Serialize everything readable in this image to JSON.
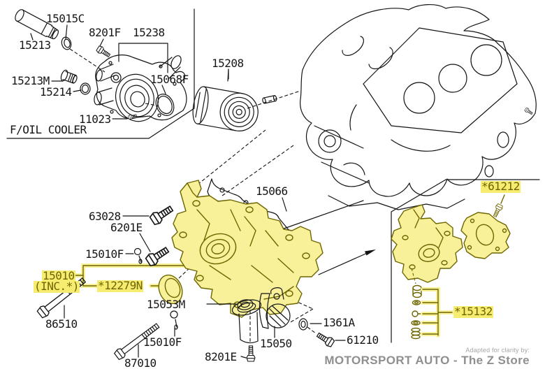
{
  "colors": {
    "highlight_fill": "#F9F199",
    "highlight_stroke": "#6E6600",
    "label_highlight_bg": "#F6EC6F",
    "label_highlight_text": "#6E6400",
    "line_color": "#141414",
    "brand_text_color": "#8F8F8F"
  },
  "section": {
    "oil_cooler_label": "F/OIL COOLER"
  },
  "parts": {
    "p15015c": "15015C",
    "p15213": "15213",
    "p8201f": "8201F",
    "p15238": "15238",
    "p15213m": "15213M",
    "p15214": "15214",
    "p15068f": "15068F",
    "p11023": "11023",
    "p15208": "15208",
    "p15066": "15066",
    "p63028": "63028",
    "p6201e": "6201E",
    "p15010f_upper": "15010F",
    "p15010": "15010",
    "p15010_inc": "(INC.*)",
    "p12279n": "*12279N",
    "p15053m": "15053M",
    "p86510": "86510",
    "p15010f_lower": "15010F",
    "p87010": "87010",
    "p8201e": "8201E",
    "p15050": "15050",
    "p1361a": "1361A",
    "p61210": "61210",
    "p61212": "*61212",
    "p15132": "*15132"
  },
  "branding": {
    "adapted_by": "Adapted for clarity by:",
    "store_name": "MOTORSPORT AUTO - The Z Store"
  }
}
